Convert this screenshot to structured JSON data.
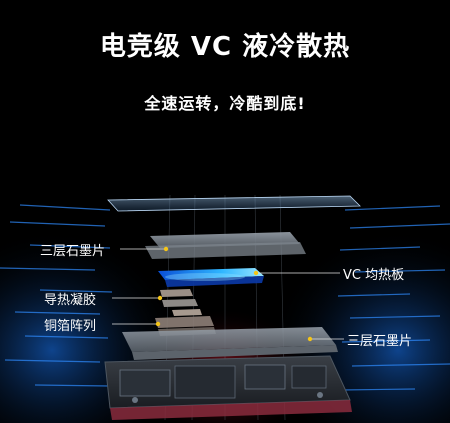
{
  "header": {
    "title": "电竞级 VC 液冷散热",
    "subtitle": "全速运转，冷酷到底!"
  },
  "callouts": {
    "graphite_top": "三层石墨片",
    "vc_plate": "VC 均热板",
    "thermal_gel": "导热凝胶",
    "copper_foil": "铜箔阵列",
    "graphite_bottom": "三层石墨片"
  },
  "colors": {
    "background": "#000000",
    "accent_blue": "#1e90ff",
    "accent_red": "#b01a2a",
    "leader_yellow": "#f5c518"
  }
}
